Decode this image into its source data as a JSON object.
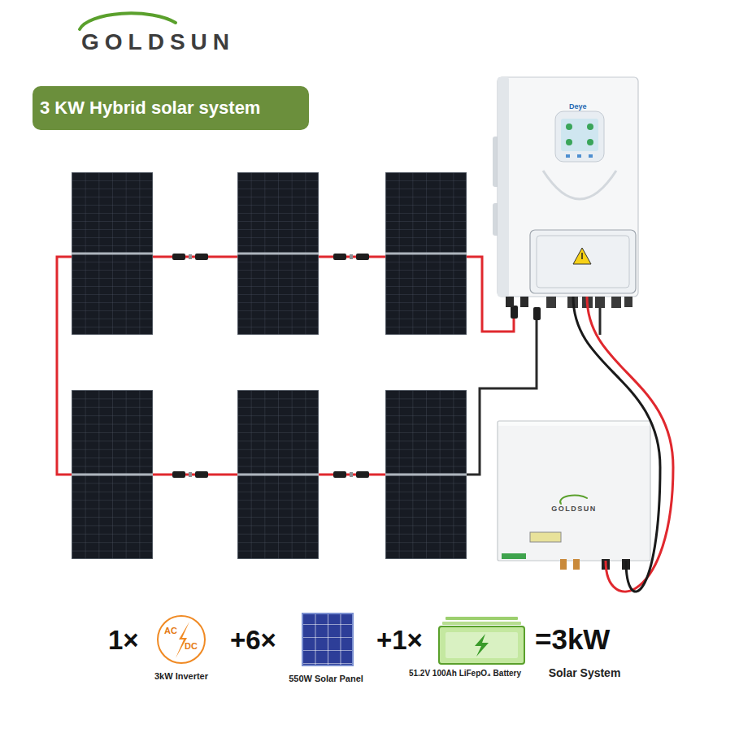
{
  "diagram": {
    "title": "3 KW Hybrid solar system",
    "nodes": [
      {
        "text": [
          "Deye"
        ]
      },
      {
        "text": [
          "GOLDSUN"
        ]
      },
      {
        "text": [
          "AC",
          "DC"
        ]
      }
    ],
    "edges": [
      {
        "from": 0,
        "to": 1,
        "arrow": "none"
      },
      {
        "from": 0,
        "to": 1,
        "arrow": "none"
      }
    ],
    "labels": [
      "GOLDSUN",
      "1×",
      "3kW Inverter",
      "+6×",
      "550W Solar Panel",
      "+1×",
      "51.2V 100Ah LiFepO₄ Battery",
      "=3kW",
      "Solar System"
    ]
  }
}
